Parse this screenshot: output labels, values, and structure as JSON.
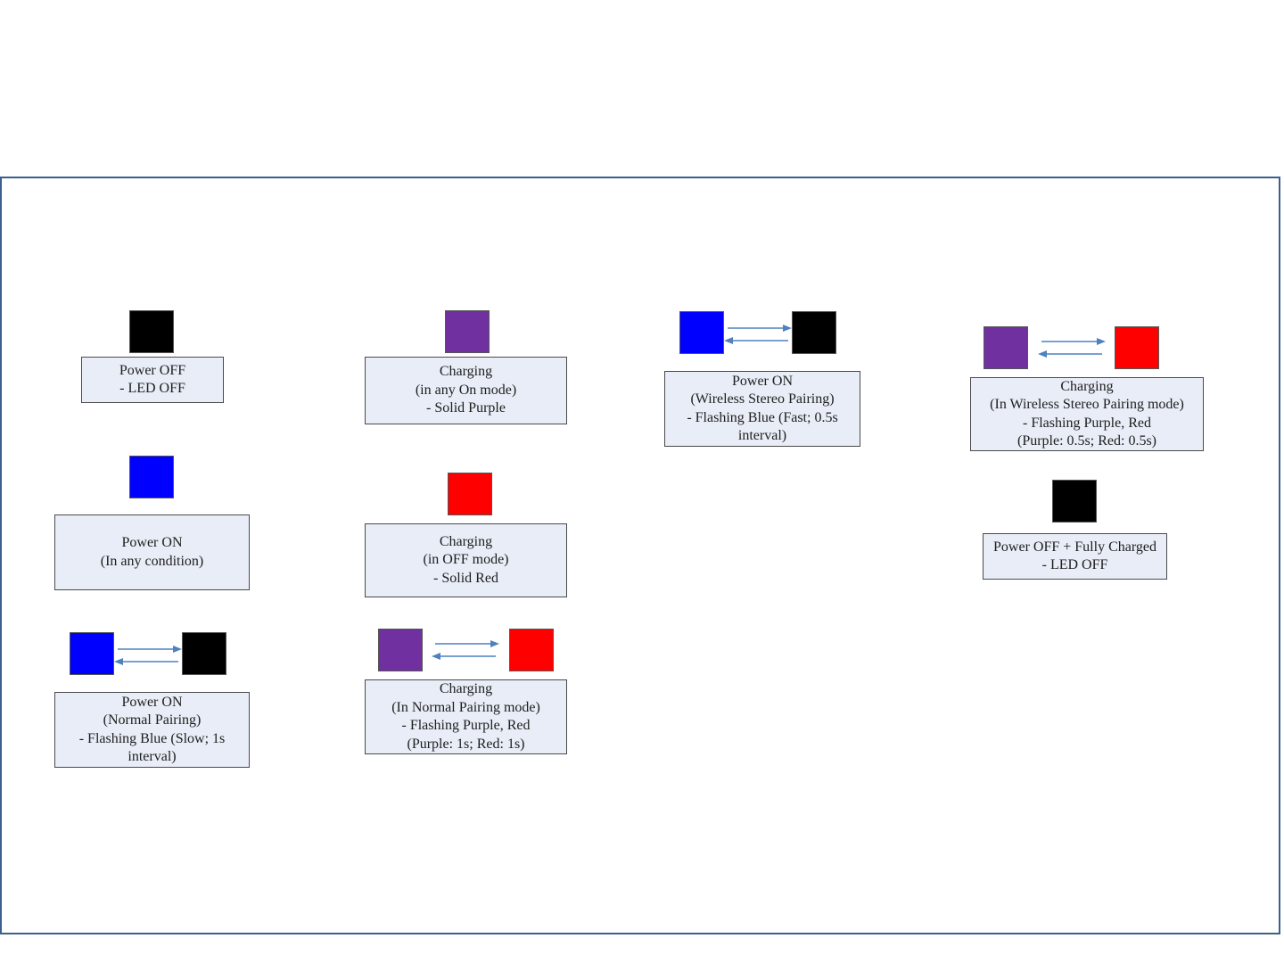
{
  "colors": {
    "black": "#000000",
    "blue": "#0000ff",
    "purple": "#7030a0",
    "red": "#ff0000",
    "arrow": "#4f81bd",
    "label_fill": "#e8edf7",
    "frame": "#3c5f8d"
  },
  "states": [
    {
      "id": "power-off",
      "squares": [
        "black"
      ],
      "lines": [
        "Power OFF",
        "- LED OFF"
      ]
    },
    {
      "id": "power-on",
      "squares": [
        "blue"
      ],
      "lines": [
        "Power ON",
        "(In any condition)"
      ]
    },
    {
      "id": "power-on-normal-pairing",
      "squares": [
        "blue",
        "black"
      ],
      "lines": [
        "Power ON",
        "(Normal Pairing)",
        "- Flashing Blue (Slow; 1s",
        "interval)"
      ]
    },
    {
      "id": "charging-on-mode",
      "squares": [
        "purple"
      ],
      "lines": [
        "Charging",
        "(in any On mode)",
        "- Solid Purple"
      ]
    },
    {
      "id": "charging-off-mode",
      "squares": [
        "red"
      ],
      "lines": [
        "Charging",
        "(in OFF mode)",
        "- Solid Red"
      ]
    },
    {
      "id": "charging-normal-pairing",
      "squares": [
        "purple",
        "red"
      ],
      "lines": [
        "Charging",
        "(In Normal Pairing mode)",
        "- Flashing Purple, Red",
        "(Purple: 1s; Red: 1s)"
      ]
    },
    {
      "id": "power-on-wireless-stereo",
      "squares": [
        "blue",
        "black"
      ],
      "lines": [
        "Power ON",
        "(Wireless Stereo Pairing)",
        "-  Flashing Blue (Fast; 0.5s",
        "interval)"
      ]
    },
    {
      "id": "charging-wireless-stereo",
      "squares": [
        "purple",
        "red"
      ],
      "lines": [
        "Charging",
        "(In Wireless Stereo Pairing mode)",
        "- Flashing Purple, Red",
        "(Purple: 0.5s; Red: 0.5s)"
      ]
    },
    {
      "id": "power-off-fully-charged",
      "squares": [
        "black"
      ],
      "lines": [
        "Power OFF + Fully Charged",
        "- LED OFF"
      ]
    }
  ]
}
